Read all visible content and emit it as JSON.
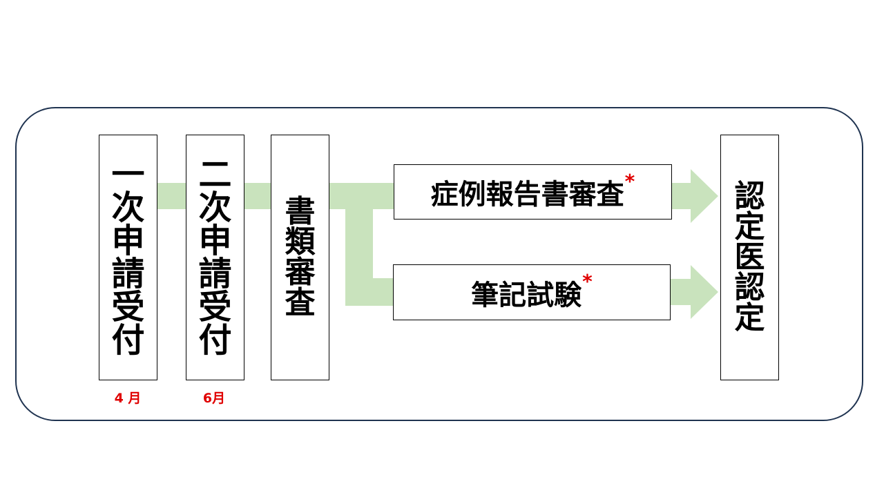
{
  "diagram": {
    "colors": {
      "arrow": "#c9e3bd",
      "frame": "#1f3350",
      "accent": "#e00000"
    },
    "first_application": {
      "label": "一次申請受付",
      "month": "4 月"
    },
    "second_application": {
      "label": "二次申請受付",
      "month": "6月"
    },
    "document_review": {
      "label": "書類審査"
    },
    "case_report_review": {
      "label": "症例報告書審査",
      "mark": "*"
    },
    "written_exam": {
      "label": "筆記試験",
      "mark": "*"
    },
    "certification": {
      "label": "認定医認定"
    }
  }
}
